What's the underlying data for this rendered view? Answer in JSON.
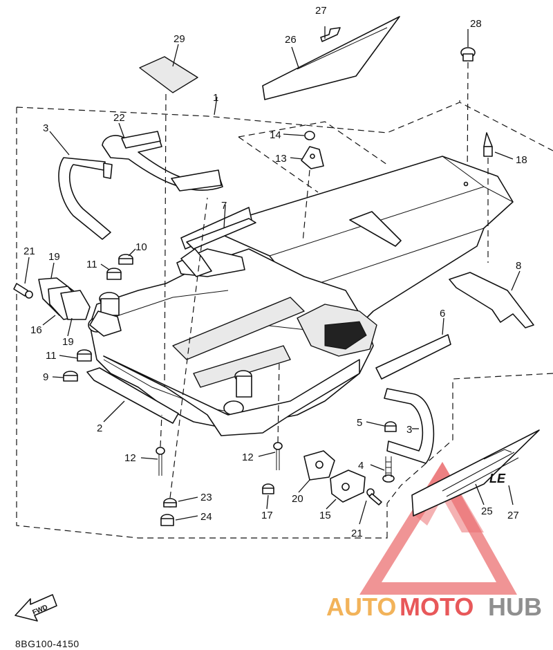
{
  "callouts": [
    {
      "id": "27a",
      "label": "27"
    },
    {
      "id": "26",
      "label": "26"
    },
    {
      "id": "28",
      "label": "28"
    },
    {
      "id": "29",
      "label": "29"
    },
    {
      "id": "1",
      "label": "1"
    },
    {
      "id": "22",
      "label": "22"
    },
    {
      "id": "3a",
      "label": "3"
    },
    {
      "id": "14",
      "label": "14"
    },
    {
      "id": "13",
      "label": "13"
    },
    {
      "id": "18",
      "label": "18"
    },
    {
      "id": "7",
      "label": "7"
    },
    {
      "id": "10",
      "label": "10"
    },
    {
      "id": "21a",
      "label": "21"
    },
    {
      "id": "19a",
      "label": "19"
    },
    {
      "id": "11a",
      "label": "11"
    },
    {
      "id": "8",
      "label": "8"
    },
    {
      "id": "16",
      "label": "16"
    },
    {
      "id": "19b",
      "label": "19"
    },
    {
      "id": "6",
      "label": "6"
    },
    {
      "id": "11b",
      "label": "11"
    },
    {
      "id": "9",
      "label": "9"
    },
    {
      "id": "2",
      "label": "2"
    },
    {
      "id": "5",
      "label": "5"
    },
    {
      "id": "3b",
      "label": "3"
    },
    {
      "id": "12a",
      "label": "12"
    },
    {
      "id": "12b",
      "label": "12"
    },
    {
      "id": "4",
      "label": "4"
    },
    {
      "id": "23",
      "label": "23"
    },
    {
      "id": "20",
      "label": "20"
    },
    {
      "id": "24",
      "label": "24"
    },
    {
      "id": "17",
      "label": "17"
    },
    {
      "id": "15",
      "label": "15"
    },
    {
      "id": "21b",
      "label": "21"
    },
    {
      "id": "25",
      "label": "25"
    },
    {
      "id": "27b",
      "label": "27"
    }
  ],
  "decal_text": "LE",
  "fwd_label": "FWD",
  "part_code": "8BG100-4150",
  "watermark": {
    "part1": "AUTO",
    "part2": "MOTO",
    "part3": "HUB"
  },
  "colors": {
    "watermark_orange": "#f2b35a",
    "watermark_red": "#e8585a",
    "watermark_gray": "#8f8f8f"
  }
}
